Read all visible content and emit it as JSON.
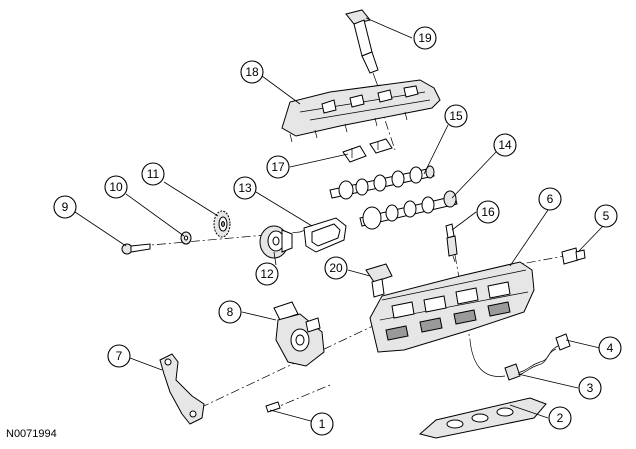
{
  "callouts": [
    "1",
    "2",
    "3",
    "4",
    "5",
    "6",
    "7",
    "8",
    "9",
    "10",
    "11",
    "12",
    "13",
    "14",
    "15",
    "16",
    "17",
    "18",
    "19",
    "20"
  ],
  "reference_code": "N0071994",
  "colors": {
    "line": "#000000",
    "background": "#ffffff",
    "shading": "#e6e6e6"
  }
}
